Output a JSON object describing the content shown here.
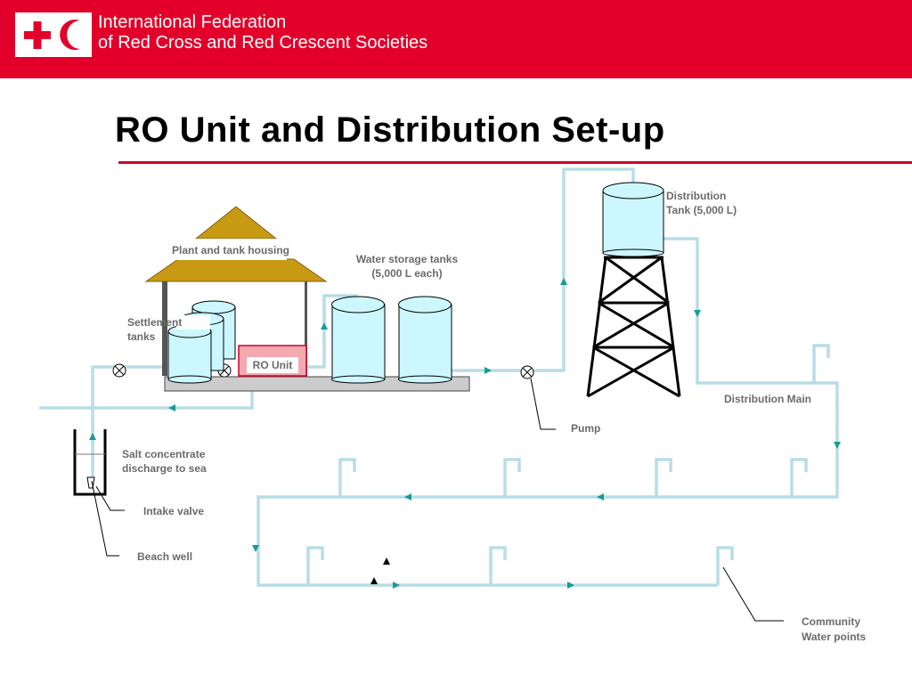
{
  "header": {
    "logo": "red-cross-red-crescent-emblem",
    "org_line1": "International Federation",
    "org_line2": "of Red Cross and Red Crescent Societies",
    "brand_color": "#e2002a"
  },
  "title": "RO Unit and Distribution Set-up",
  "labels": {
    "plant_housing": "Plant and tank housing",
    "settlement_line1": "Settlement",
    "settlement_line2": "tanks",
    "ro_unit": "RO Unit",
    "storage_line1": "Water storage tanks",
    "storage_line2": "(5,000 L each)",
    "dist_tank_line1": "Distribution",
    "dist_tank_line2": "Tank (5,000 L)",
    "distribution_main": "Distribution Main",
    "pump": "Pump",
    "salt_line1": "Salt concentrate",
    "salt_line2": "discharge to sea",
    "intake_valve": "Intake valve",
    "beach_well": "Beach well",
    "community_line1": "Community",
    "community_line2": "Water points"
  },
  "colors": {
    "pipe": "#b8dde6",
    "arrow": "#1a9a9a",
    "tank_fill": "#ccf7ff",
    "roof": "#c89a14",
    "ro_unit_fill": "#f4a8b0",
    "platform": "#cccccc"
  }
}
